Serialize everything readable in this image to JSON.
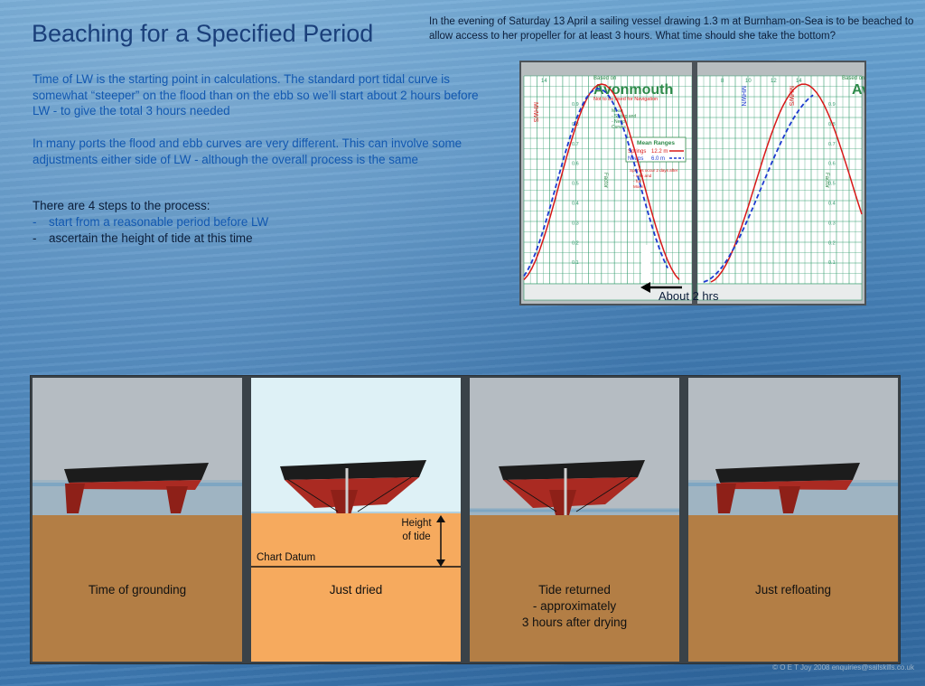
{
  "title": "Beaching for a Specified Period",
  "question": "In the evening of Saturday 13 April a sailing  vessel drawing 1.3 m at Burnham-on-Sea is to be beached to allow access to her propeller for at least 3 hours.   What time should she take the bottom?",
  "para1": "Time of LW is the starting point in calculations.  The standard port tidal curve is  somewhat “steeper” on the flood than on the ebb so we’ll start about 2 hours before LW - to give the total 3 hours needed",
  "para2": "In many ports the flood and ebb curves are very different.  This can involve some adjustments either side of LW - although the overall process is the same",
  "steps_heading": "There are 4 steps to the process:",
  "steps": [
    {
      "dash": "-",
      "text": "start from a reasonable period before LW"
    },
    {
      "dash": "-",
      "text": "ascertain the height of tide at this time"
    }
  ],
  "tidal_chart": {
    "based_on": "Based on",
    "port": "Avonmouth",
    "port_partial": "Av",
    "not_nav": "Not to be used for Navigation",
    "mean_ranges_title": "Mean Ranges",
    "springs_label": "Springs",
    "springs_value": "12.2 m",
    "neaps_label": "Neaps",
    "neaps_value": "6.0 m",
    "key_lines": [
      "Mean",
      "- Spring and",
      "- Neap",
      "Curves"
    ],
    "springs_note": [
      "Springs occur 2 days after",
      "- new and",
      "- full",
      "Moon"
    ],
    "factor_label": "Factor",
    "mhws": "MHWS",
    "mhwn": "MHWN",
    "factors": [
      "0.9",
      "0.8",
      "0.7",
      "0.6",
      "0.5",
      "0.4",
      "0.3",
      "0.2",
      "0.1"
    ],
    "top_ticks_left": [
      "14"
    ],
    "top_ticks_right": [
      "8",
      "10",
      "12",
      "14"
    ],
    "about": "About 2 hrs",
    "colors": {
      "springs": "#d81818",
      "neaps": "#1d3ad0",
      "grid": "#2f9a6a",
      "port": "#2e8a4a"
    }
  },
  "panels": [
    {
      "caption": [
        "Time of grounding"
      ]
    },
    {
      "caption": [
        "Just dried"
      ],
      "height_label": [
        "Height",
        "of tide"
      ],
      "datum_label": "Chart Datum"
    },
    {
      "caption": [
        "Tide returned",
        "- approximately",
        "3 hours after drying"
      ]
    },
    {
      "caption": [
        "Just refloating"
      ]
    }
  ],
  "copyright": "© O E T Joy 2008 enquiries@sailskills.co.uk"
}
